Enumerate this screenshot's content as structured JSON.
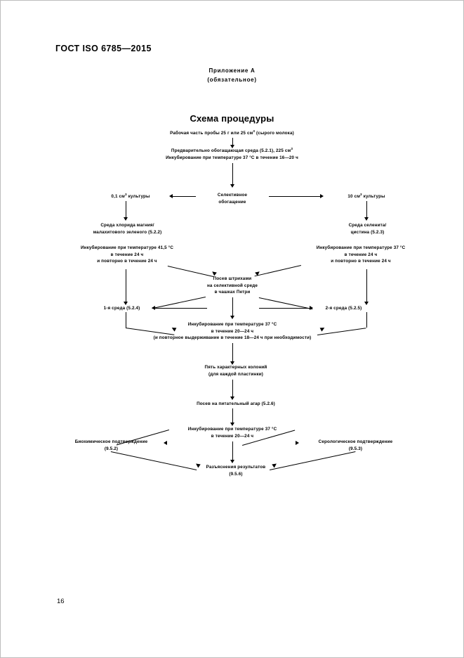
{
  "document": {
    "standard_header": "ГОСТ ISO 6785—2015",
    "page_number": "16",
    "annex_line1": "Приложение А",
    "annex_line2": "(обязательное)",
    "scheme_title": "Схема процедуры"
  },
  "flowchart": {
    "type": "process-flow-diagram",
    "nodes": {
      "test_portion": {
        "line1_a": "Рабочая часть пробы 25 г или 25 см",
        "line1_sup": "3",
        "line1_b": " (сырого молока)"
      },
      "pre_enrichment": {
        "line1_a": "Предварительно обогащающая среда (5.2.1), 225 см",
        "line1_sup": "3",
        "line2": "Инкубирование при температуре 37 °С в течение 16—20 ч"
      },
      "selective_enrichment": {
        "line1": "Селективное",
        "line2": "обогащение"
      },
      "left_volume": {
        "line1_a": "0,1 см",
        "line1_sup": "3",
        "line1_b": " культуры"
      },
      "right_volume": {
        "line1_a": "10 см",
        "line1_sup": "3",
        "line1_b": " культуры"
      },
      "left_medium": {
        "line1": "Среда хлорида магния/",
        "line2": "малахитового зеленого (5.2.2)"
      },
      "right_medium": {
        "line1": "Среда селенита/",
        "line2": "цистина (5.2.3)"
      },
      "left_incubation": {
        "line1": "Инкубирование при температуре 41,5 °С",
        "line2": "в течение 24 ч",
        "line3": "и повторно в течение 24 ч"
      },
      "right_incubation": {
        "line1": "Инкубирование при температуре 37 °С",
        "line2": "в течение 24 ч",
        "line3": "и повторно в течение 24 ч"
      },
      "streak_plating": {
        "line1": "Посев штрихами",
        "line2": "на селективной среде",
        "line3": "в чашках Петри"
      },
      "medium_1": "1-я среда (5.2.4)",
      "medium_2": "2-я среда (5.2.5)",
      "plate_incubation": {
        "line1": "Инкубирование при температуре 37 °С",
        "line2": "в течение 20—24 ч",
        "line3": "(и повторное выдерживание в течение 18—24 ч при необходимости)"
      },
      "colonies": {
        "line1": "Пять характерных колоний",
        "line2": "(для каждой пластинки)"
      },
      "nutrient_agar": "Посев на питательный агар (5.2.6)",
      "agar_incubation": {
        "line1": "Инкубирование при температуре 37 °С",
        "line2": "в течение 20—24 ч"
      },
      "biochemical": {
        "line1": "Биохимическое подтверждение",
        "line2": "(9.5.2)"
      },
      "serological": {
        "line1": "Серологическое подтверждение",
        "line2": "(9.5.3)"
      },
      "interpretation": {
        "line1": "Разъяснения результатов",
        "line2": "(9.5.6)"
      }
    }
  }
}
